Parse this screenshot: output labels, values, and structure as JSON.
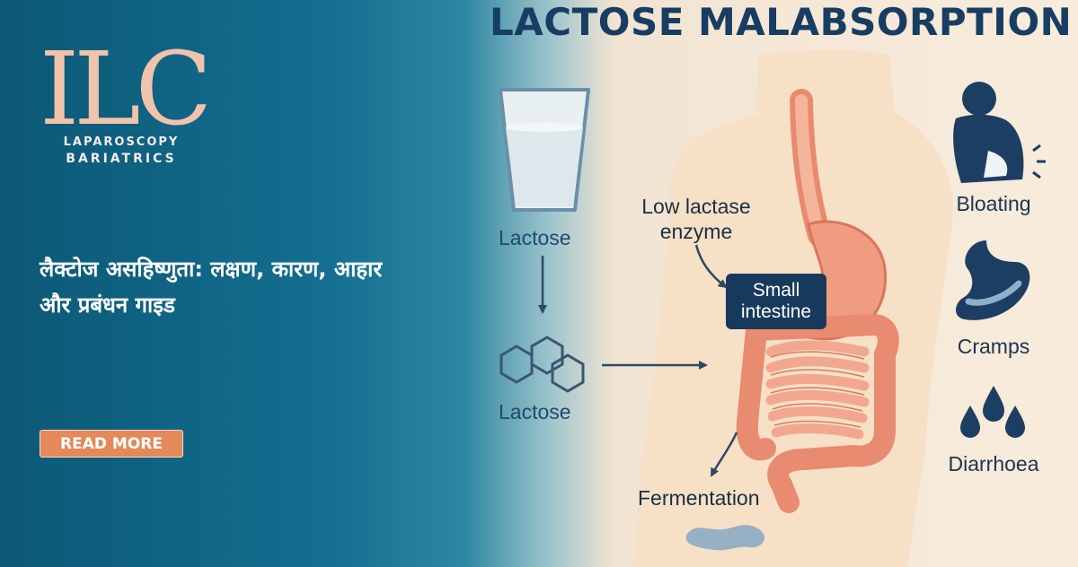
{
  "brand": {
    "logo_letters": "ILC",
    "logo_line1": "LAPAROSCOPY",
    "logo_line2": "BARIATRICS"
  },
  "article": {
    "headline_line1": "लैक्टोज असहिष्णुता: लक्षण, कारण, आहार",
    "headline_line2": "और प्रबंधन गाइड",
    "read_more": "READ MORE"
  },
  "infographic": {
    "title": "LACTOSE MALABSORPTION",
    "lactose_label_top": "Lactose",
    "lactose_label_bottom": "Lactose",
    "enzyme_line1": "Low lactase",
    "enzyme_line2": "enzyme",
    "small_intestine_line1": "Small",
    "small_intestine_line2": "intestine",
    "fermentation": "Fermentation",
    "symptoms": [
      "Bloating",
      "Cramps",
      "Diarrhoea"
    ]
  },
  "colors": {
    "left_panel": "#136e90",
    "cream_panel": "#f8ecdd",
    "title_navy": "#173d63",
    "button_orange": "#e3895a",
    "logo_peach": "#f1c3aa",
    "organ_salmon": "#f0a487"
  }
}
